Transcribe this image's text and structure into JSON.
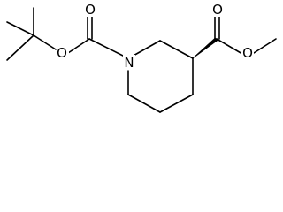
{
  "atoms": {
    "ring_nitrogen": "N",
    "boc_carbonyl_oxygen": "O",
    "boc_ether_oxygen": "O",
    "ester_carbonyl_oxygen": "O",
    "ester_ether_oxygen": "O"
  },
  "colors": {
    "bond": "#000000",
    "label": "#000000",
    "background": "#ffffff"
  }
}
